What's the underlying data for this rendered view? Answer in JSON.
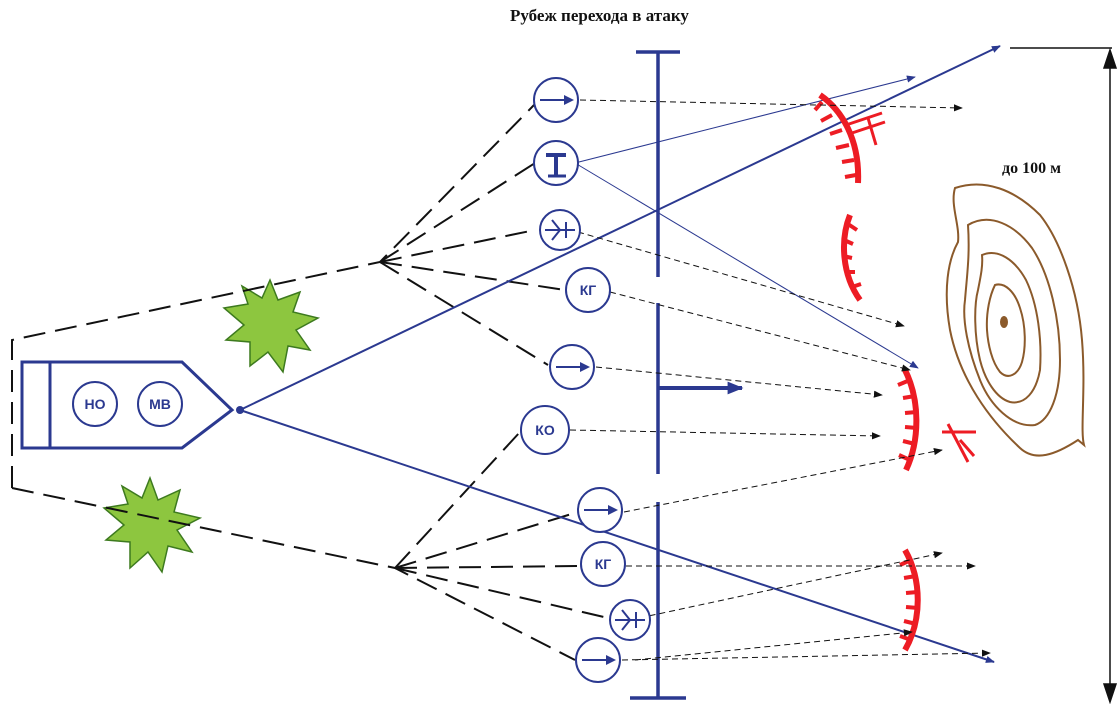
{
  "title": "Рубеж перехода в атаку",
  "distance_label": "до 100 м",
  "vehicle": {
    "labels": [
      "НО",
      "МВ"
    ]
  },
  "units": {
    "kg": "КГ",
    "ko": "КО"
  },
  "colors": {
    "blue": "#2b3990",
    "red": "#ed1c24",
    "terrain": "#8b5a2b",
    "tree_fill": "#8dc63f",
    "tree_stroke": "#3d7a1f"
  },
  "icons": [
    "tank-icon",
    "machine-gun-icon",
    "rifleman-icon",
    "tree-icon",
    "hill-icon",
    "trench-icon"
  ]
}
